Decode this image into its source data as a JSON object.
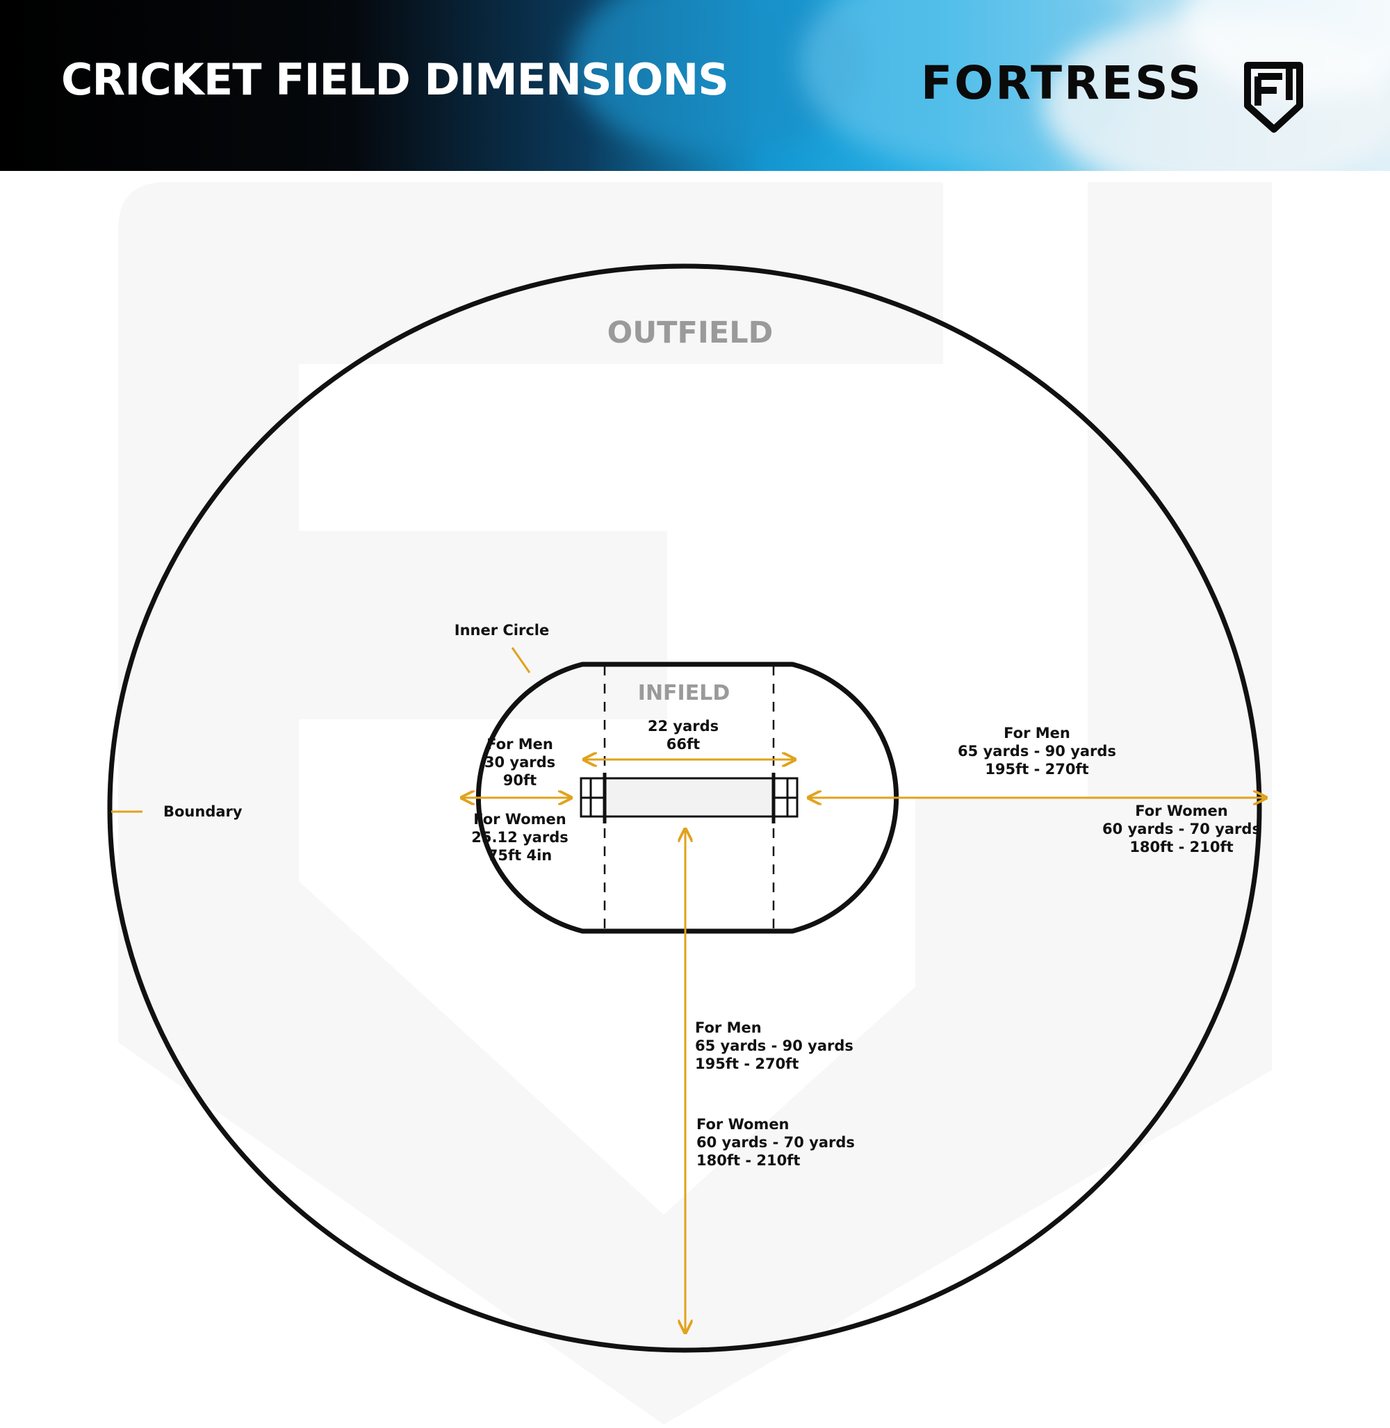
{
  "header": {
    "title": "CRICKET FIELD DIMENSIONS",
    "brand": "FORTRESS"
  },
  "colors": {
    "arrow": "#e1a21c",
    "line": "#111111",
    "zone_text": "#9a9a9a",
    "pitch": "#f2f2f2"
  },
  "zones": {
    "outfield": "OUTFIELD",
    "infield": "INFIELD"
  },
  "labels": {
    "inner_circle": "Inner Circle",
    "boundary": "Boundary"
  },
  "pitch_length": {
    "line1": "22 yards",
    "line2": "66ft"
  },
  "inner_radius": {
    "men": [
      "For Men",
      "30 yards",
      "90ft"
    ],
    "women": [
      "For Women",
      "25.12 yards",
      "75ft 4in"
    ]
  },
  "boundary_side": {
    "men": [
      "For Men",
      "65 yards - 90 yards",
      "195ft - 270ft"
    ],
    "women": [
      "For Women",
      "60 yards - 70 yards",
      "180ft - 210ft"
    ]
  },
  "boundary_bottom": {
    "men": [
      "For Men",
      "65 yards - 90 yards",
      "195ft - 270ft"
    ],
    "women": [
      "For Women",
      "60 yards - 70 yards",
      "180ft - 210ft"
    ]
  }
}
